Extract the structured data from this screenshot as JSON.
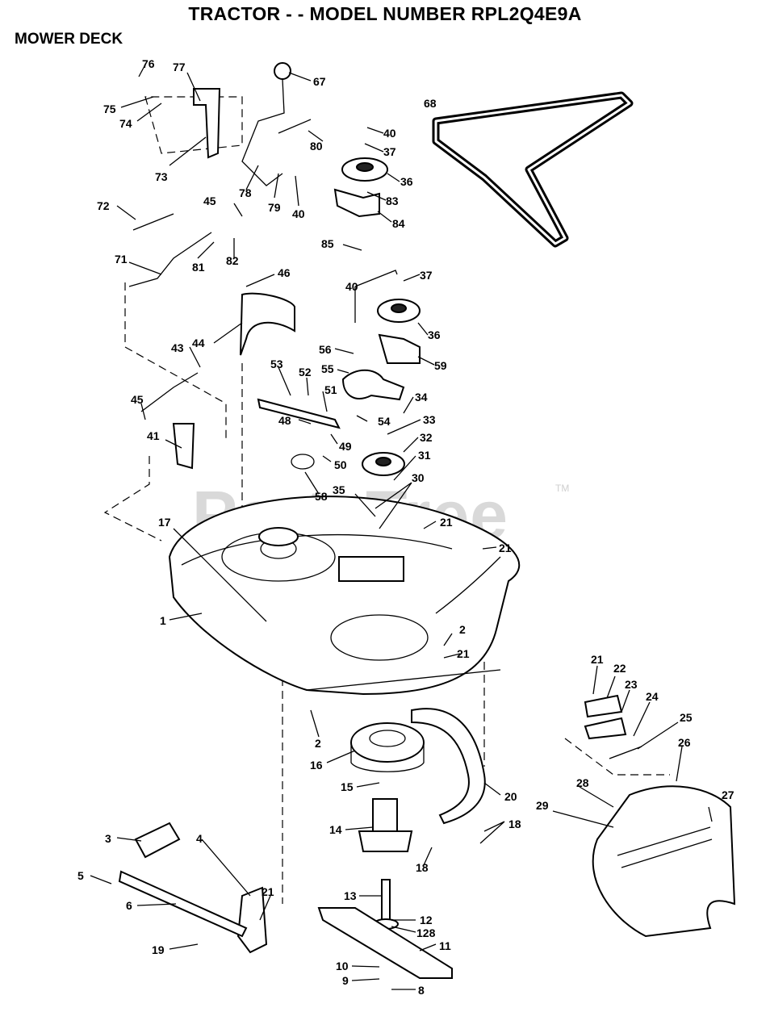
{
  "header": {
    "title": "TRACTOR - - MODEL NUMBER RPL2Q4E9A",
    "section": "MOWER DECK"
  },
  "watermark": {
    "text": "PartsTree",
    "tm": "TM"
  },
  "callouts": [
    {
      "id": "1",
      "label": "1"
    },
    {
      "id": "2a",
      "label": "2"
    },
    {
      "id": "2b",
      "label": "2"
    },
    {
      "id": "3",
      "label": "3"
    },
    {
      "id": "4",
      "label": "4"
    },
    {
      "id": "5",
      "label": "5"
    },
    {
      "id": "6",
      "label": "6"
    },
    {
      "id": "8",
      "label": "8"
    },
    {
      "id": "9",
      "label": "9"
    },
    {
      "id": "10",
      "label": "10"
    },
    {
      "id": "11",
      "label": "11"
    },
    {
      "id": "12",
      "label": "12"
    },
    {
      "id": "128",
      "label": "128"
    },
    {
      "id": "13",
      "label": "13"
    },
    {
      "id": "14",
      "label": "14"
    },
    {
      "id": "15",
      "label": "15"
    },
    {
      "id": "16",
      "label": "16"
    },
    {
      "id": "17",
      "label": "17"
    },
    {
      "id": "18a",
      "label": "18"
    },
    {
      "id": "18b",
      "label": "18"
    },
    {
      "id": "19",
      "label": "19"
    },
    {
      "id": "20",
      "label": "20"
    },
    {
      "id": "21a",
      "label": "21"
    },
    {
      "id": "21b",
      "label": "21"
    },
    {
      "id": "21c",
      "label": "21"
    },
    {
      "id": "21d",
      "label": "21"
    },
    {
      "id": "21e",
      "label": "21"
    },
    {
      "id": "22",
      "label": "22"
    },
    {
      "id": "23",
      "label": "23"
    },
    {
      "id": "24",
      "label": "24"
    },
    {
      "id": "25",
      "label": "25"
    },
    {
      "id": "26",
      "label": "26"
    },
    {
      "id": "27",
      "label": "27"
    },
    {
      "id": "28",
      "label": "28"
    },
    {
      "id": "29",
      "label": "29"
    },
    {
      "id": "30",
      "label": "30"
    },
    {
      "id": "31",
      "label": "31"
    },
    {
      "id": "32",
      "label": "32"
    },
    {
      "id": "33",
      "label": "33"
    },
    {
      "id": "34",
      "label": "34"
    },
    {
      "id": "35",
      "label": "35"
    },
    {
      "id": "36a",
      "label": "36"
    },
    {
      "id": "36b",
      "label": "36"
    },
    {
      "id": "37a",
      "label": "37"
    },
    {
      "id": "37b",
      "label": "37"
    },
    {
      "id": "40a",
      "label": "40"
    },
    {
      "id": "40b",
      "label": "40"
    },
    {
      "id": "40c",
      "label": "40"
    },
    {
      "id": "41",
      "label": "41"
    },
    {
      "id": "43",
      "label": "43"
    },
    {
      "id": "44",
      "label": "44"
    },
    {
      "id": "45a",
      "label": "45"
    },
    {
      "id": "45b",
      "label": "45"
    },
    {
      "id": "46",
      "label": "46"
    },
    {
      "id": "48",
      "label": "48"
    },
    {
      "id": "49",
      "label": "49"
    },
    {
      "id": "50",
      "label": "50"
    },
    {
      "id": "51",
      "label": "51"
    },
    {
      "id": "52",
      "label": "52"
    },
    {
      "id": "53",
      "label": "53"
    },
    {
      "id": "54",
      "label": "54"
    },
    {
      "id": "55",
      "label": "55"
    },
    {
      "id": "56",
      "label": "56"
    },
    {
      "id": "58",
      "label": "58"
    },
    {
      "id": "59",
      "label": "59"
    },
    {
      "id": "67",
      "label": "67"
    },
    {
      "id": "68",
      "label": "68"
    },
    {
      "id": "71",
      "label": "71"
    },
    {
      "id": "72",
      "label": "72"
    },
    {
      "id": "73",
      "label": "73"
    },
    {
      "id": "74",
      "label": "74"
    },
    {
      "id": "75",
      "label": "75"
    },
    {
      "id": "76",
      "label": "76"
    },
    {
      "id": "77",
      "label": "77"
    },
    {
      "id": "78",
      "label": "78"
    },
    {
      "id": "79",
      "label": "79"
    },
    {
      "id": "80",
      "label": "80"
    },
    {
      "id": "81",
      "label": "81"
    },
    {
      "id": "82",
      "label": "82"
    },
    {
      "id": "83",
      "label": "83"
    },
    {
      "id": "84",
      "label": "84"
    },
    {
      "id": "85",
      "label": "85"
    }
  ]
}
